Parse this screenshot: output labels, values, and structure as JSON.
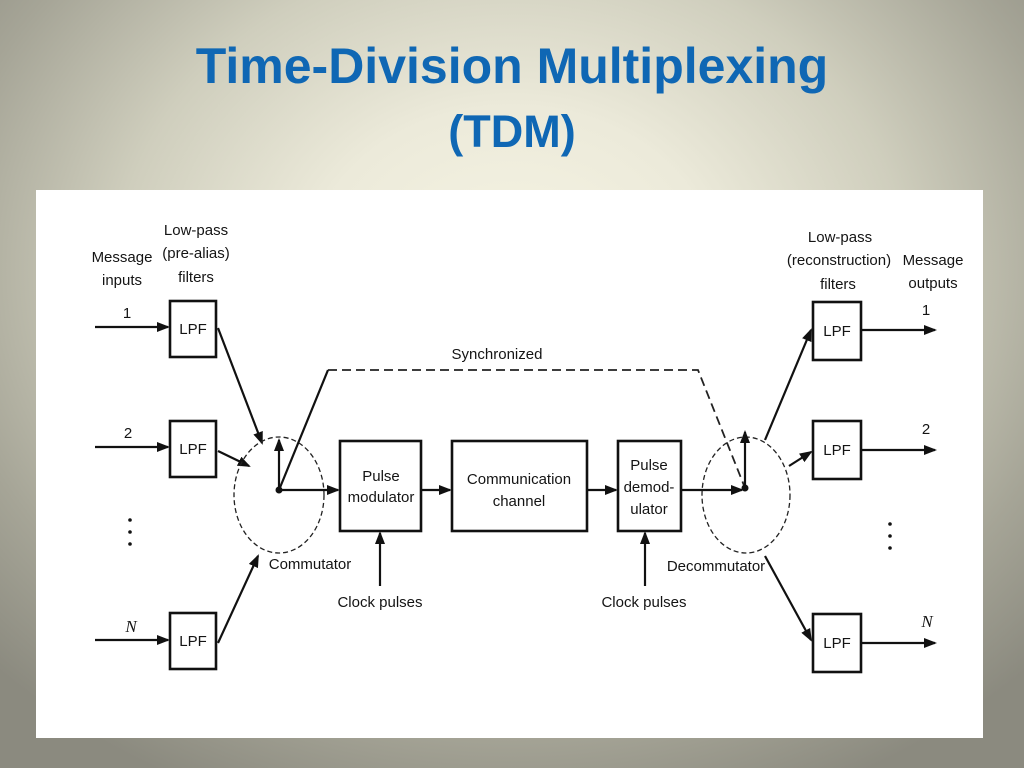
{
  "slide": {
    "title": "Time-Division Multiplexing",
    "subtitle": "(TDM)",
    "title_color": "#0f67b4"
  },
  "diagram": {
    "input_filters_label": {
      "line1": "Low-pass",
      "line2": "(pre-alias)",
      "line3": "filters"
    },
    "message_inputs_label": {
      "line1": "Message",
      "line2": "inputs"
    },
    "inputs": [
      "1",
      "2",
      "N"
    ],
    "filter_label": "LPF",
    "commutator_label": "Commutator",
    "synchronized_label": "Synchronized",
    "pulse_modulator": {
      "line1": "Pulse",
      "line2": "modulator"
    },
    "communication_channel": {
      "line1": "Communication",
      "line2": "channel"
    },
    "pulse_demodulator": {
      "line1": "Pulse",
      "line2": "demod-",
      "line3": "ulator"
    },
    "modulator_clock_label": "Clock pulses",
    "demodulator_clock_label": "Clock pulses",
    "decommutator_label": "Decommutator",
    "output_filters_label": {
      "line1": "Low-pass",
      "line2": "(reconstruction)",
      "line3": "filters"
    },
    "message_outputs_label": {
      "line1": "Message",
      "line2": "outputs"
    },
    "outputs": [
      "1",
      "2",
      "N"
    ]
  }
}
